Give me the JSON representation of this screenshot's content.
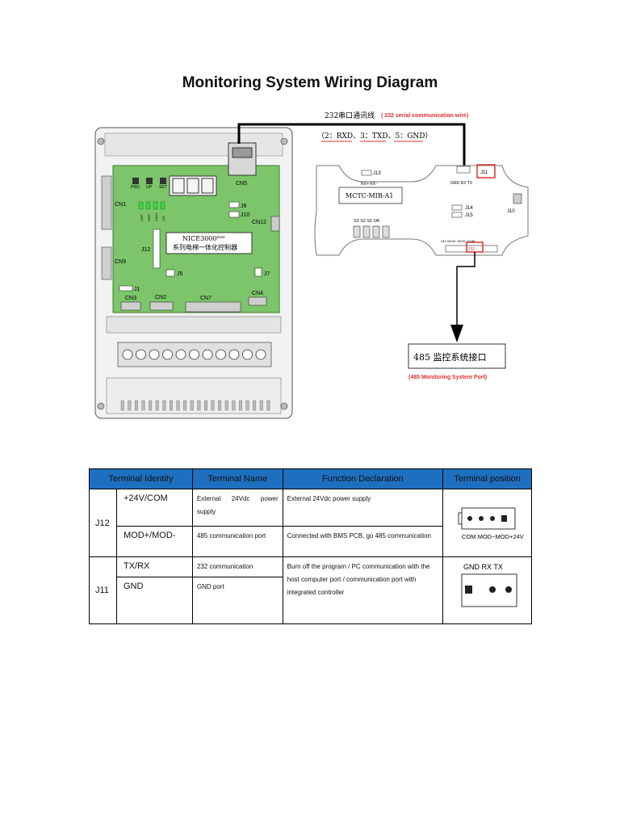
{
  "title": "Monitoring System Wiring Diagram",
  "diagram": {
    "serial_cable_label_cn": "232串口通讯线",
    "serial_cable_label_en": "( 232 serial communication wire)",
    "pin_note": "（2：RXD、3：TXD、5：GND）",
    "controller": {
      "cn1": "CN1",
      "cn9": "CN9",
      "cn5": "CN5",
      "cn12": "CN12",
      "cn3": "CN3",
      "cn2": "CN2",
      "cn7": "CN7",
      "cn4": "CN4",
      "j1": "J1",
      "j5": "J5",
      "j7": "J7",
      "j9": "J9",
      "j10": "J10",
      "j12": "J12",
      "btn_prg": "PRG",
      "btn_up": "UP",
      "btn_set": "SET",
      "led_labels": [
        "COP",
        "HOP",
        "CAN2",
        "232"
      ],
      "model_line1": "NICE3000",
      "model_sup": "new",
      "model_line2": "系列电梯一体化控制器"
    },
    "board": {
      "model": "MCTC-MIB-A1",
      "j13": "J13",
      "j13_pins": "RX+ RX-",
      "j11": "J11",
      "j11_pins": "GND RX TX",
      "j14": "J14",
      "j15": "J15",
      "j10": "J10",
      "switches": "S3  S2  S1 OK",
      "j12": "J12",
      "j12_pins": "24V MOD+ MOD- COM"
    },
    "port_box_text": "485  监控系统接口",
    "port_caption": "(485 Monitoring System Port)"
  },
  "table": {
    "headers": [
      "Terminal Identity",
      "Terminal Name",
      "Function Declaration",
      "Terminal position"
    ],
    "groups": [
      {
        "identity": "J12",
        "rows": [
          {
            "signal": "+24V/COM",
            "name": "External 24Vdc power supply",
            "function": "External 24Vdc power supply"
          },
          {
            "signal": "MOD+/MOD-",
            "name": "485 communication port",
            "function": "Connected with BMS PCB, go 485 communication"
          }
        ],
        "position_label": "COM MOD−MOD+24V"
      },
      {
        "identity": "J11",
        "rows": [
          {
            "signal": "TX/RX",
            "name": "232 communication",
            "function": "Burn off the program / PC communication with the host computer port / communication port with integrated controller"
          },
          {
            "signal": "GND",
            "name": "GND port",
            "function": ""
          }
        ],
        "position_label": "GND  RX  TX"
      }
    ]
  },
  "colors": {
    "header_blue": "#1f6fc0",
    "board_green": "#6cbf5a",
    "highlight_red": "#e03030",
    "wire": "#000000"
  }
}
